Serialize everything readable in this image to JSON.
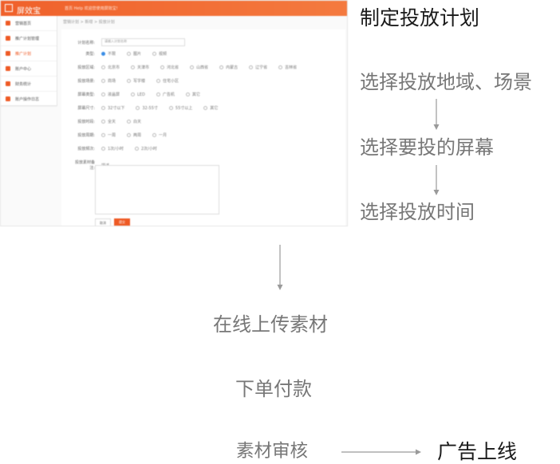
{
  "screenshot": {
    "logo": "屏效宝",
    "top_links": "首页  Help  欢迎您使用屏效宝!",
    "sidebar": [
      {
        "label": "营销首页",
        "active": false
      },
      {
        "label": "推广计划管理",
        "active": false
      },
      {
        "label": "推广计划",
        "active": true
      },
      {
        "label": "账户中心",
        "active": false
      },
      {
        "label": "财务统计",
        "active": false
      },
      {
        "label": "账户操作日志",
        "active": false
      }
    ],
    "breadcrumb": "营销计划 > 新增 > 投放计划",
    "form": {
      "name_label": "计划名称:",
      "name_value": "请输入计划名称",
      "rows": [
        {
          "label": "类型:",
          "options": [
            "不限",
            "图片",
            "视频"
          ],
          "selected": 0
        },
        {
          "label": "投放区域:",
          "options": [
            "北京市",
            "天津市",
            "河北省",
            "山西省",
            "内蒙古",
            "辽宁省",
            "吉林省"
          ]
        },
        {
          "label": "投放场景:",
          "options": [
            "商场",
            "写字楼",
            "住宅小区"
          ]
        },
        {
          "label": "屏幕类型:",
          "options": [
            "液晶屏",
            "LED",
            "广告机",
            "其它"
          ]
        },
        {
          "label": "屏幕尺寸:",
          "options": [
            "32寸以下",
            "32-55寸",
            "55寸以上",
            "其它"
          ]
        },
        {
          "label": "投放时段:",
          "options": [
            "全天",
            "白天"
          ]
        },
        {
          "label": "投放周期:",
          "options": [
            "一周",
            "两周",
            "一月"
          ]
        },
        {
          "label": "投放频次:",
          "options": [
            "1次/小时",
            "2次/小时"
          ]
        }
      ],
      "remark_label": "投放素材备注:",
      "remark_hint": "描述",
      "cancel": "取消",
      "submit": "提交"
    }
  },
  "flow": {
    "title": "制定投放计划",
    "step1": "选择投放地域、场景",
    "step2": "选择要投的屏幕",
    "step3": "选择投放时间",
    "step4": "在线上传素材",
    "step5": "下单付款",
    "step6": "素材审核",
    "step7": "广告上线"
  },
  "colors": {
    "accent": "#ee5a24",
    "text_dark": "#1a1a1a",
    "text_gray": "#777777",
    "arrow": "#9a9a9a"
  }
}
